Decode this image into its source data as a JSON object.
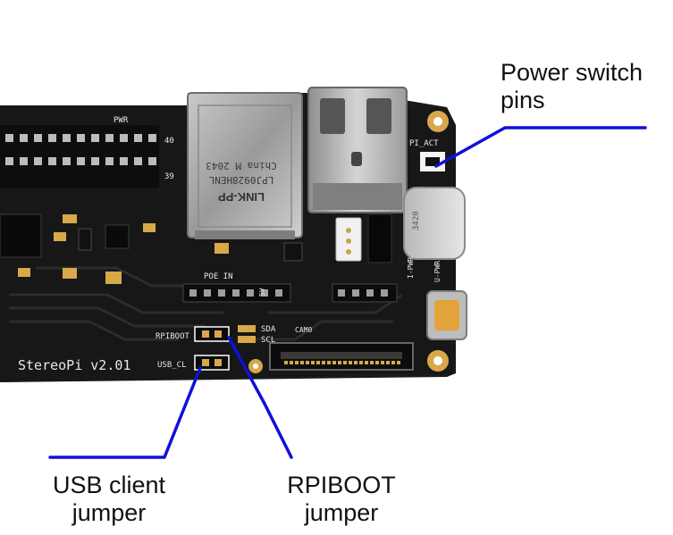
{
  "callouts": {
    "power_switch_line1": "Power switch",
    "power_switch_line2": "pins",
    "usb_client_line1": "USB client",
    "usb_client_line2": "jumper",
    "rpiboot_line1": "RPIBOOT",
    "rpiboot_line2": "jumper"
  },
  "silkscreen": {
    "pwr": "PWR",
    "pin_40": "40",
    "pin_39": "39",
    "pi_act": "PI_ACT",
    "poe_in": "POE IN",
    "rpiboot": "RPIBOOT",
    "usb_cl": "USB_CL",
    "sda": "SDA",
    "scl": "SCL",
    "cam0": "CAM0",
    "board_name": "StereoPi v2.01",
    "i_pwr": "I-PWR",
    "u_pwr": "U-PWR",
    "five_v": "5V",
    "jack_chip_line1": "China M 2043",
    "jack_chip_line2": "LPJ0928HENL",
    "jack_brand": "LINK-PP",
    "usbc_code": "3420"
  },
  "colors": {
    "board": "#1c1c1c",
    "callout_line": "#1010d8",
    "gold": "#d8a84a",
    "metal": "#a9a9a9"
  }
}
